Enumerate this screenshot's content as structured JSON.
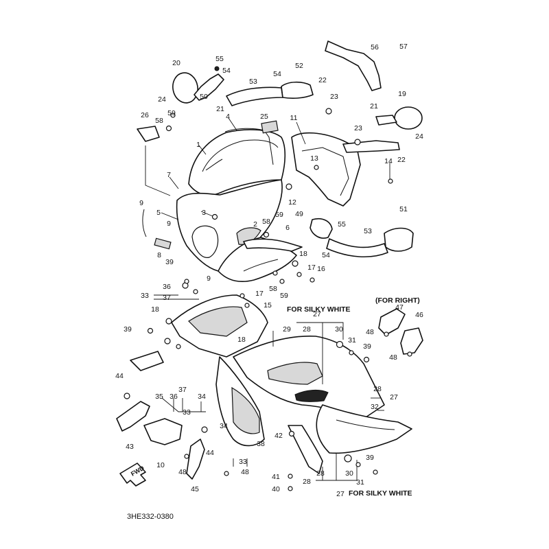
{
  "diagram_code": "3HE332-0380",
  "notes": {
    "silky_white_top": "FOR SILKY WHITE",
    "silky_white_bottom": "FOR SILKY WHITE",
    "for_right": "(FOR RIGHT)"
  },
  "fwd_label": "FWD",
  "callouts": [
    "1",
    "2",
    "3",
    "4",
    "5",
    "6",
    "7",
    "8",
    "9",
    "9",
    "9",
    "10",
    "11",
    "12",
    "13",
    "14",
    "15",
    "16",
    "17",
    "17",
    "18",
    "18",
    "18",
    "19",
    "20",
    "21",
    "21",
    "22",
    "22",
    "23",
    "23",
    "24",
    "24",
    "25",
    "26",
    "27",
    "27",
    "27",
    "28",
    "28",
    "28",
    "28",
    "29",
    "30",
    "30",
    "31",
    "31",
    "32",
    "33",
    "33",
    "33",
    "34",
    "34",
    "35",
    "36",
    "36",
    "37",
    "37",
    "38",
    "39",
    "39",
    "39",
    "39",
    "40",
    "41",
    "42",
    "43",
    "44",
    "44",
    "45",
    "46",
    "47",
    "48",
    "48",
    "48",
    "48",
    "49",
    "50",
    "51",
    "52",
    "53",
    "53",
    "54",
    "54",
    "54",
    "55",
    "55",
    "56",
    "57",
    "58",
    "58",
    "58",
    "59",
    "59",
    "59"
  ]
}
